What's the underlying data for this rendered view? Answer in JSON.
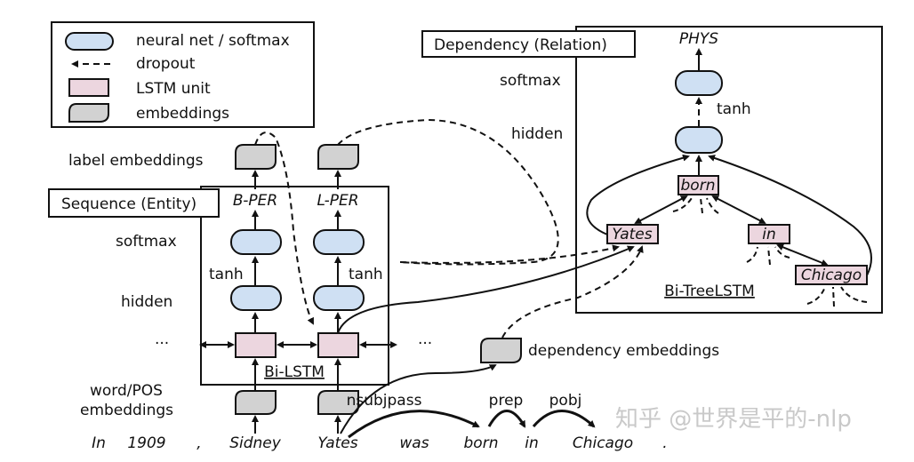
{
  "colors": {
    "neural_net": "#cfe0f3",
    "lstm": "#ecd6df",
    "embedding": "#d2d2d2",
    "stroke": "#111111"
  },
  "legend": {
    "items": [
      {
        "icon": "blue-pill",
        "label": "neural net / softmax"
      },
      {
        "icon": "dashed-arrow",
        "label": "dropout"
      },
      {
        "icon": "pink-rect",
        "label": "LSTM unit"
      },
      {
        "icon": "gray-leaf",
        "label": "embeddings"
      }
    ]
  },
  "sequence": {
    "title": "Sequence (Entity)",
    "row_labels": {
      "label_embeddings": "label embeddings",
      "softmax": "softmax",
      "hidden": "hidden",
      "word_pos_1": "word/POS",
      "word_pos_2": "embeddings"
    },
    "outputs": [
      "B-PER",
      "L-PER"
    ],
    "tanh": "tanh",
    "ellipsis": "···",
    "name": "Bi-LSTM"
  },
  "dependency": {
    "title": "Dependency (Relation)",
    "output": "PHYS",
    "row_labels": {
      "softmax": "softmax",
      "hidden": "hidden"
    },
    "tanh": "tanh",
    "nodes": [
      "born",
      "Yates",
      "in",
      "Chicago"
    ],
    "name": "Bi-TreeLSTM",
    "embeddings_label": "dependency embeddings"
  },
  "sentence": {
    "words": [
      "In",
      "1909",
      ",",
      "Sidney",
      "Yates",
      "was",
      "born",
      "in",
      "Chicago",
      "."
    ],
    "arcs": [
      "nsubjpass",
      "prep",
      "pobj"
    ]
  },
  "watermark": "知乎 @世界是平的-nlp"
}
